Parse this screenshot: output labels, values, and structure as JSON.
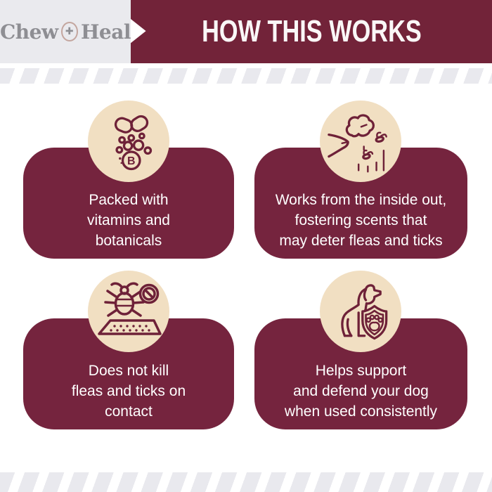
{
  "brand": {
    "left": "Chew",
    "right": "Heal",
    "plus_glyph": "✚"
  },
  "header": {
    "title": "HOW THIS WORKS"
  },
  "colors": {
    "maroon_header": "#722339",
    "maroon_card": "#75243E",
    "badge_tan": "#F1DFC2",
    "icon_stroke": "#6E2138",
    "logo_panel_gray": "#EAEAEE",
    "stripe_gray": "#E9E9EE",
    "logo_text_gray": "#8E8E93",
    "card_text": "#FFFFFF"
  },
  "cards": [
    {
      "icon": "capsule-vitamin-b-icon",
      "lines": [
        "Packed with",
        "vitamins and",
        "botanicals"
      ]
    },
    {
      "icon": "dog-sniffing-scent-icon",
      "lines": [
        "Works from the inside out,",
        "fostering scents that",
        "may deter fleas and ticks"
      ]
    },
    {
      "icon": "tick-prohibited-surface-icon",
      "lines": [
        "Does not kill",
        "fleas and ticks on",
        "contact"
      ]
    },
    {
      "icon": "dog-shield-paw-icon",
      "lines": [
        "Helps support",
        "and defend your dog",
        "when used consistently"
      ]
    }
  ]
}
